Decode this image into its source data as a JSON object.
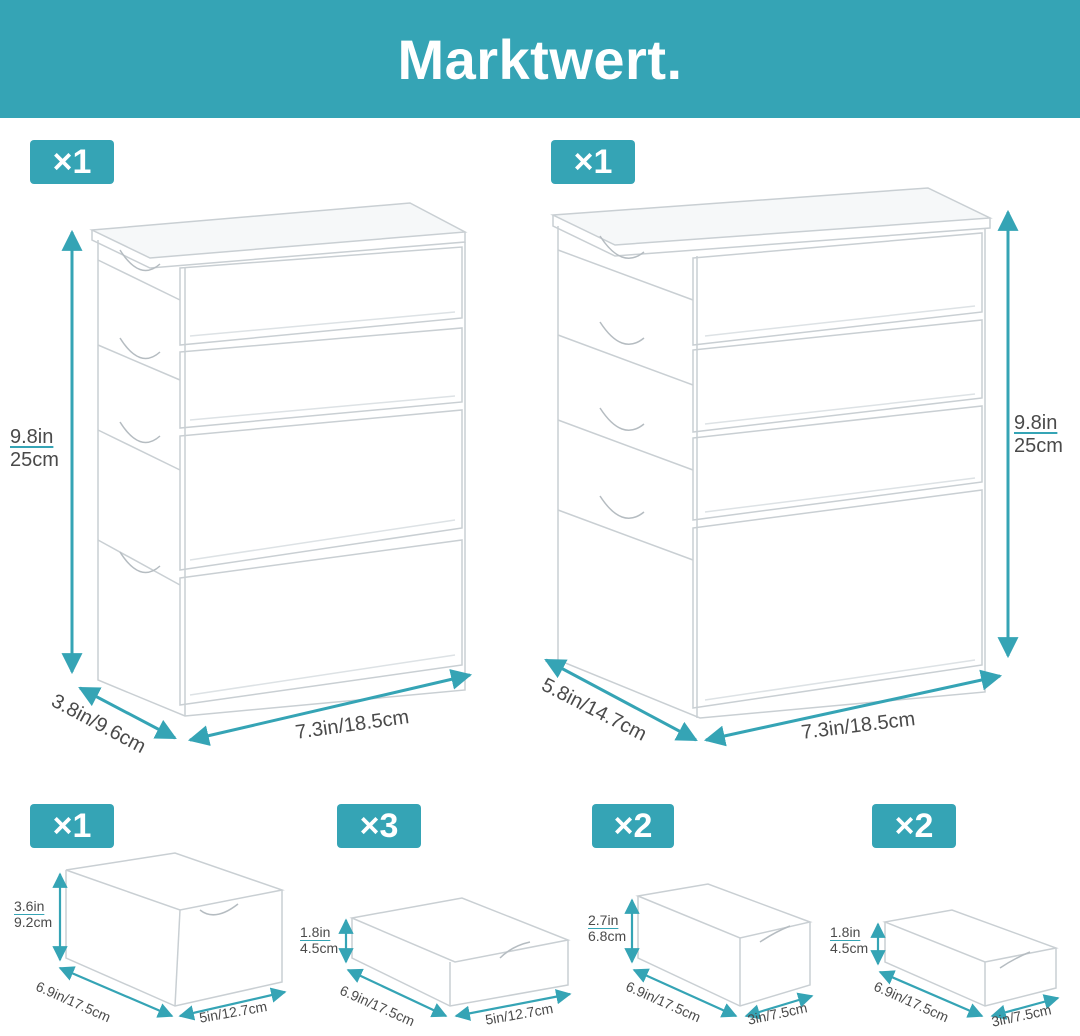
{
  "header": {
    "title": "Marktwert.",
    "background": "#35a4b5"
  },
  "accent_color": "#35a4b5",
  "units": [
    {
      "quantity": "×1",
      "height_in": "9.8in",
      "height_cm": "25cm",
      "depth": "3.8in/9.6cm",
      "width": "7.3in/18.5cm"
    },
    {
      "quantity": "×1",
      "height_in": "9.8in",
      "height_cm": "25cm",
      "depth": "5.8in/14.7cm",
      "width": "7.3in/18.5cm"
    }
  ],
  "drawers": [
    {
      "quantity": "×1",
      "height_in": "3.6in",
      "height_cm": "9.2cm",
      "depth": "6.9in/17.5cm",
      "width": "5in/12.7cm"
    },
    {
      "quantity": "×3",
      "height_in": "1.8in",
      "height_cm": "4.5cm",
      "depth": "6.9in/17.5cm",
      "width": "5in/12.7cm"
    },
    {
      "quantity": "×2",
      "height_in": "2.7in",
      "height_cm": "6.8cm",
      "depth": "6.9in/17.5cm",
      "width": "3in/7.5cm"
    },
    {
      "quantity": "×2",
      "height_in": "1.8in",
      "height_cm": "4.5cm",
      "depth": "6.9in/17.5cm",
      "width": "3in/7.5cm"
    }
  ]
}
